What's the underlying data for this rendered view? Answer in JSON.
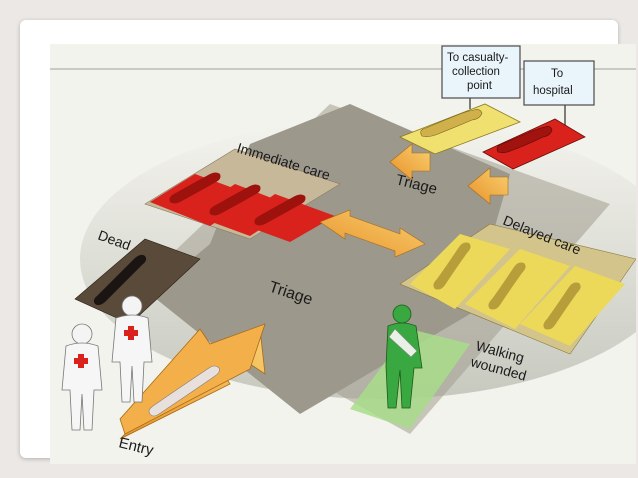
{
  "labels": {
    "to_casualty_collection": [
      "To casualty-",
      "collection",
      "point"
    ],
    "to_hospital": [
      "To",
      "hospital"
    ],
    "immediate_care": "Immediate care",
    "triage_top": "Triage",
    "triage_center": "Triage",
    "delayed_care": "Delayed care",
    "dead": "Dead",
    "walking_wounded": [
      "Walking",
      "wounded"
    ],
    "entry": "Entry"
  },
  "zones": [
    {
      "name": "immediate-care",
      "color": "#d8221b",
      "patients": 3
    },
    {
      "name": "delayed-care",
      "color": "#ecd95a",
      "patients": 3
    },
    {
      "name": "dead",
      "color": "#5a4a3a",
      "patients": 1
    },
    {
      "name": "to-casualty-collection-point",
      "color": "#f0e070",
      "patients": 1
    },
    {
      "name": "to-hospital",
      "color": "#d8221b",
      "patients": 1
    },
    {
      "name": "walking-wounded",
      "color": "#9ad07a",
      "patients": 1
    }
  ],
  "colors": {
    "floor": "#c9cbc2",
    "cross": "#9e9a8d",
    "red": "#d8221b",
    "yellow": "#ecd95a",
    "green": "#3aa840",
    "arrow": "#f1a53c"
  }
}
